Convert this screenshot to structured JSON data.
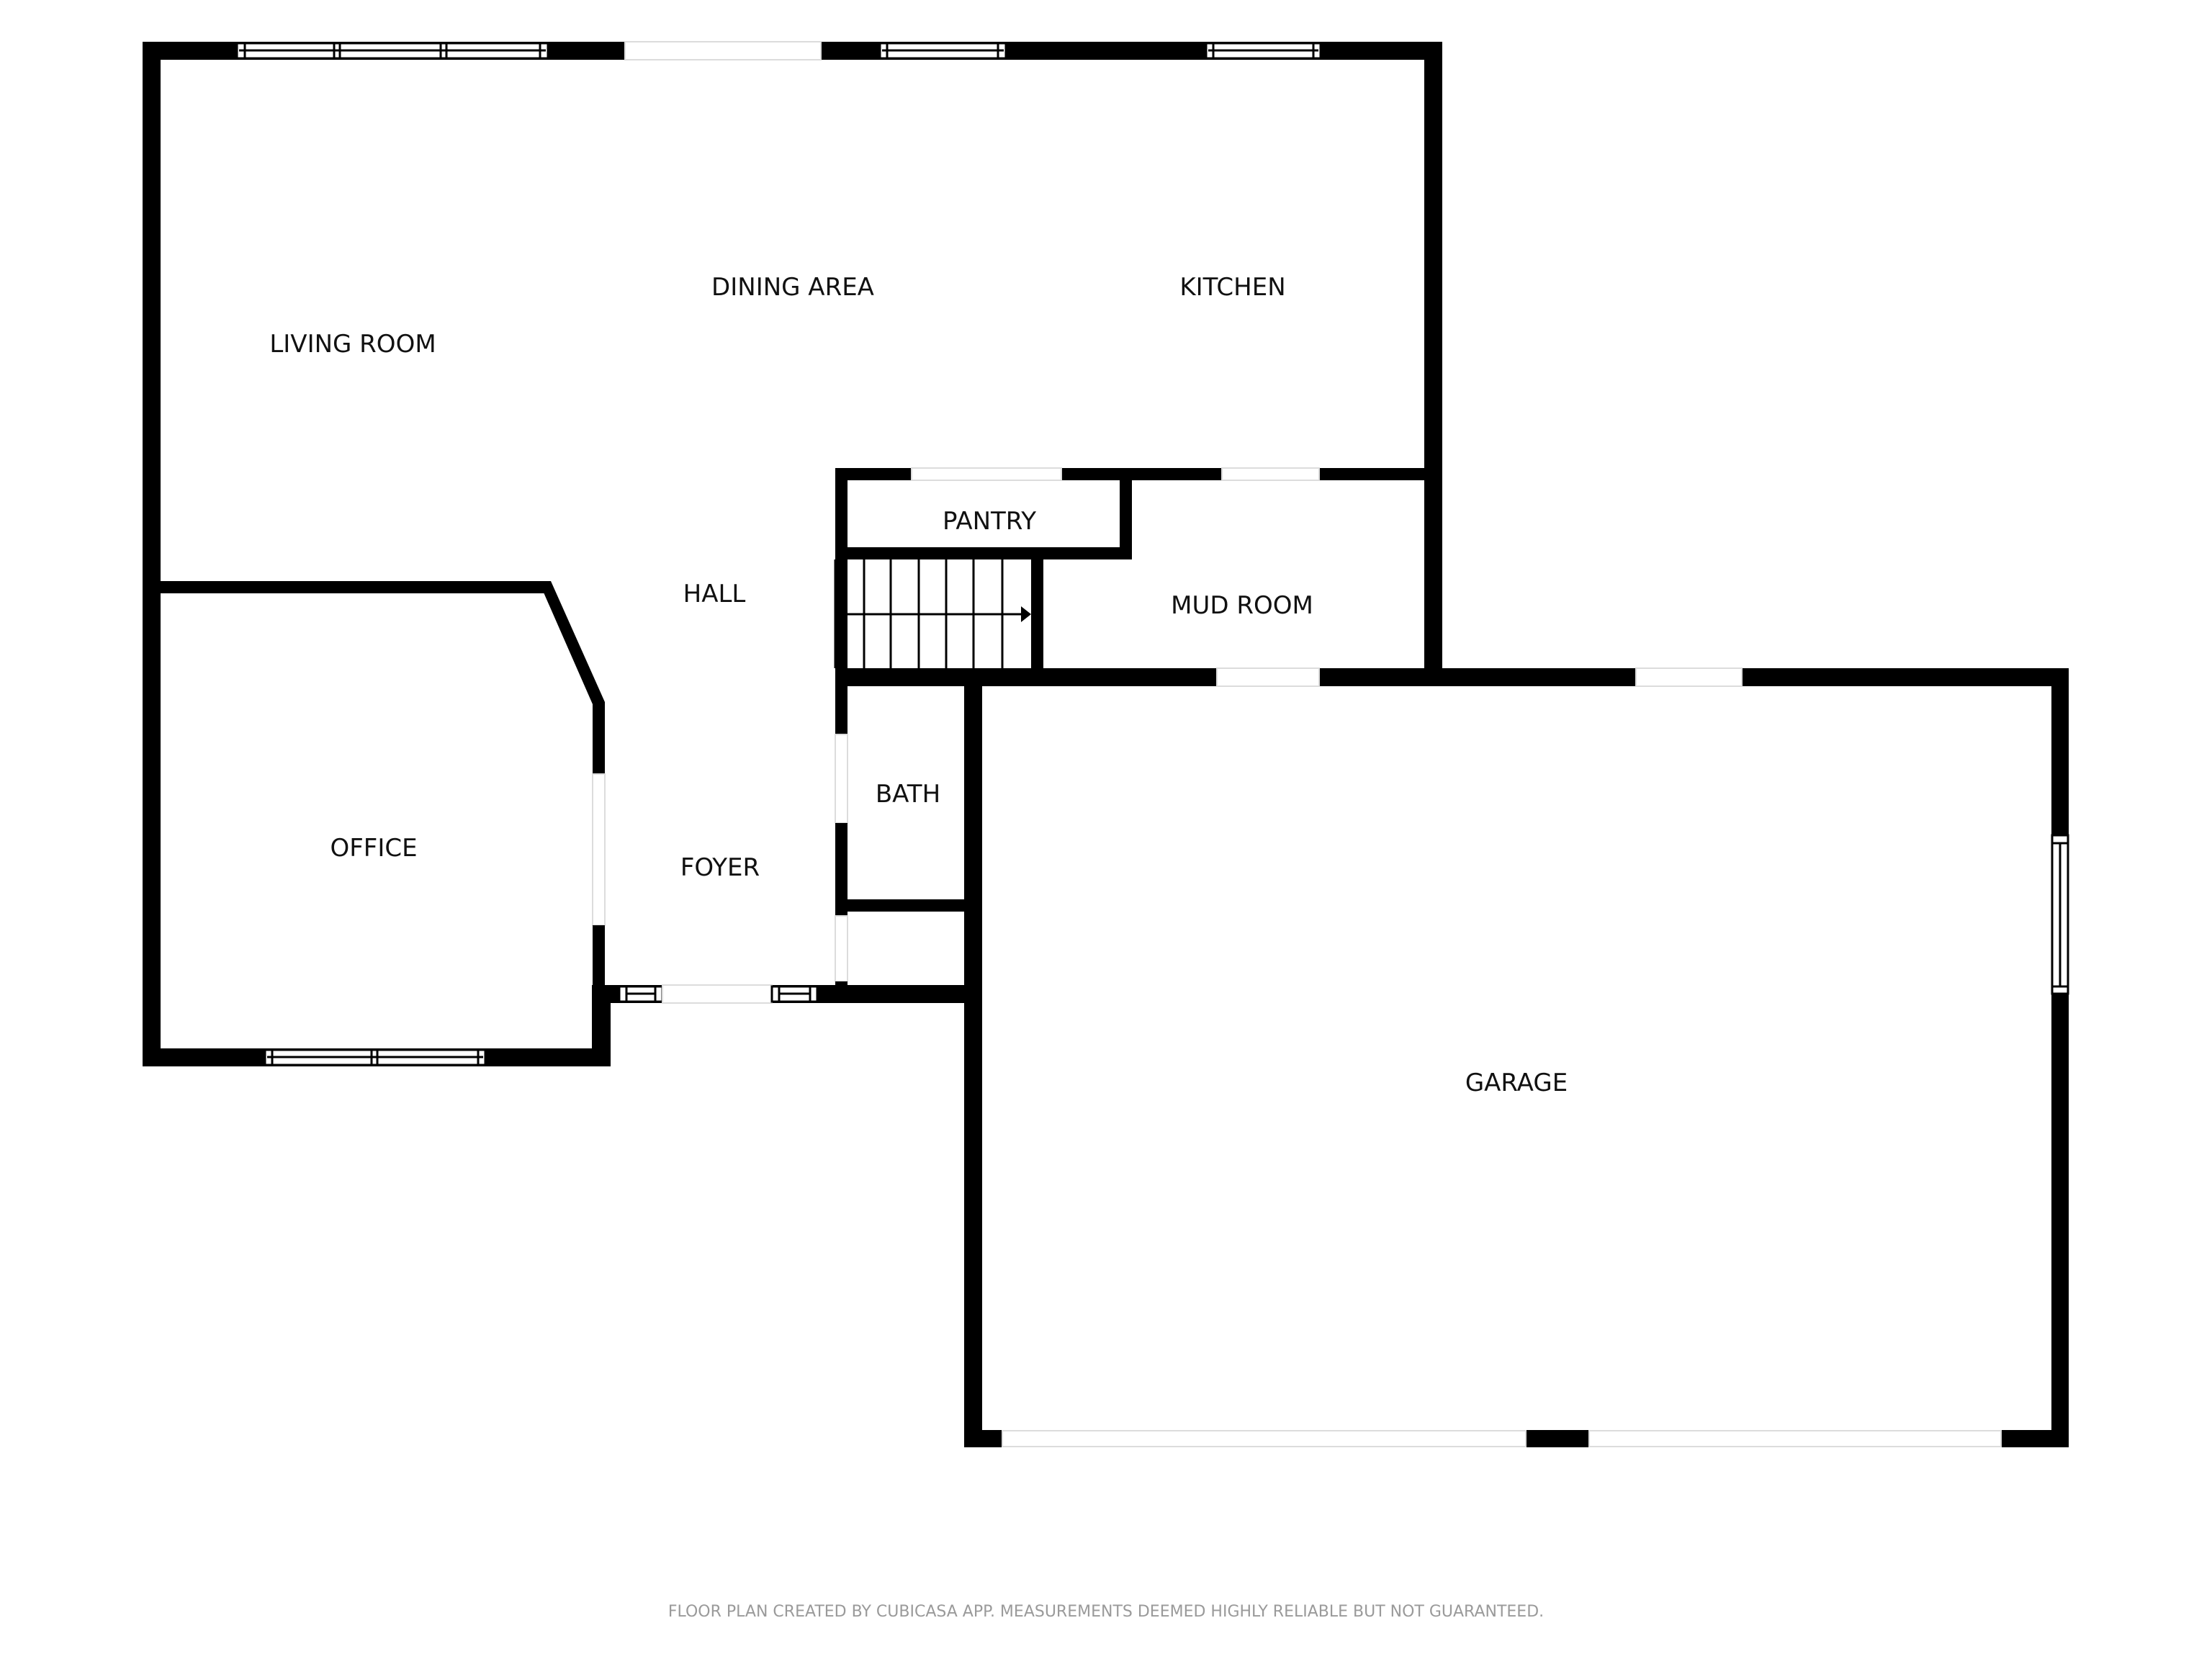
{
  "floor_plan": {
    "rooms": [
      {
        "id": "living-room",
        "label": "LIVING ROOM"
      },
      {
        "id": "dining-area",
        "label": "DINING AREA"
      },
      {
        "id": "kitchen",
        "label": "KITCHEN"
      },
      {
        "id": "pantry",
        "label": "PANTRY"
      },
      {
        "id": "hall",
        "label": "HALL"
      },
      {
        "id": "mud-room",
        "label": "MUD ROOM"
      },
      {
        "id": "office",
        "label": "OFFICE"
      },
      {
        "id": "bath",
        "label": "BATH"
      },
      {
        "id": "foyer",
        "label": "FOYER"
      },
      {
        "id": "garage",
        "label": "GARAGE"
      }
    ],
    "colors": {
      "wall": "#000000",
      "background": "#ffffff",
      "footer_text": "#9a9a9a"
    }
  },
  "footer": {
    "disclaimer": "FLOOR PLAN CREATED BY CUBICASA APP. MEASUREMENTS DEEMED HIGHLY RELIABLE BUT NOT GUARANTEED."
  }
}
